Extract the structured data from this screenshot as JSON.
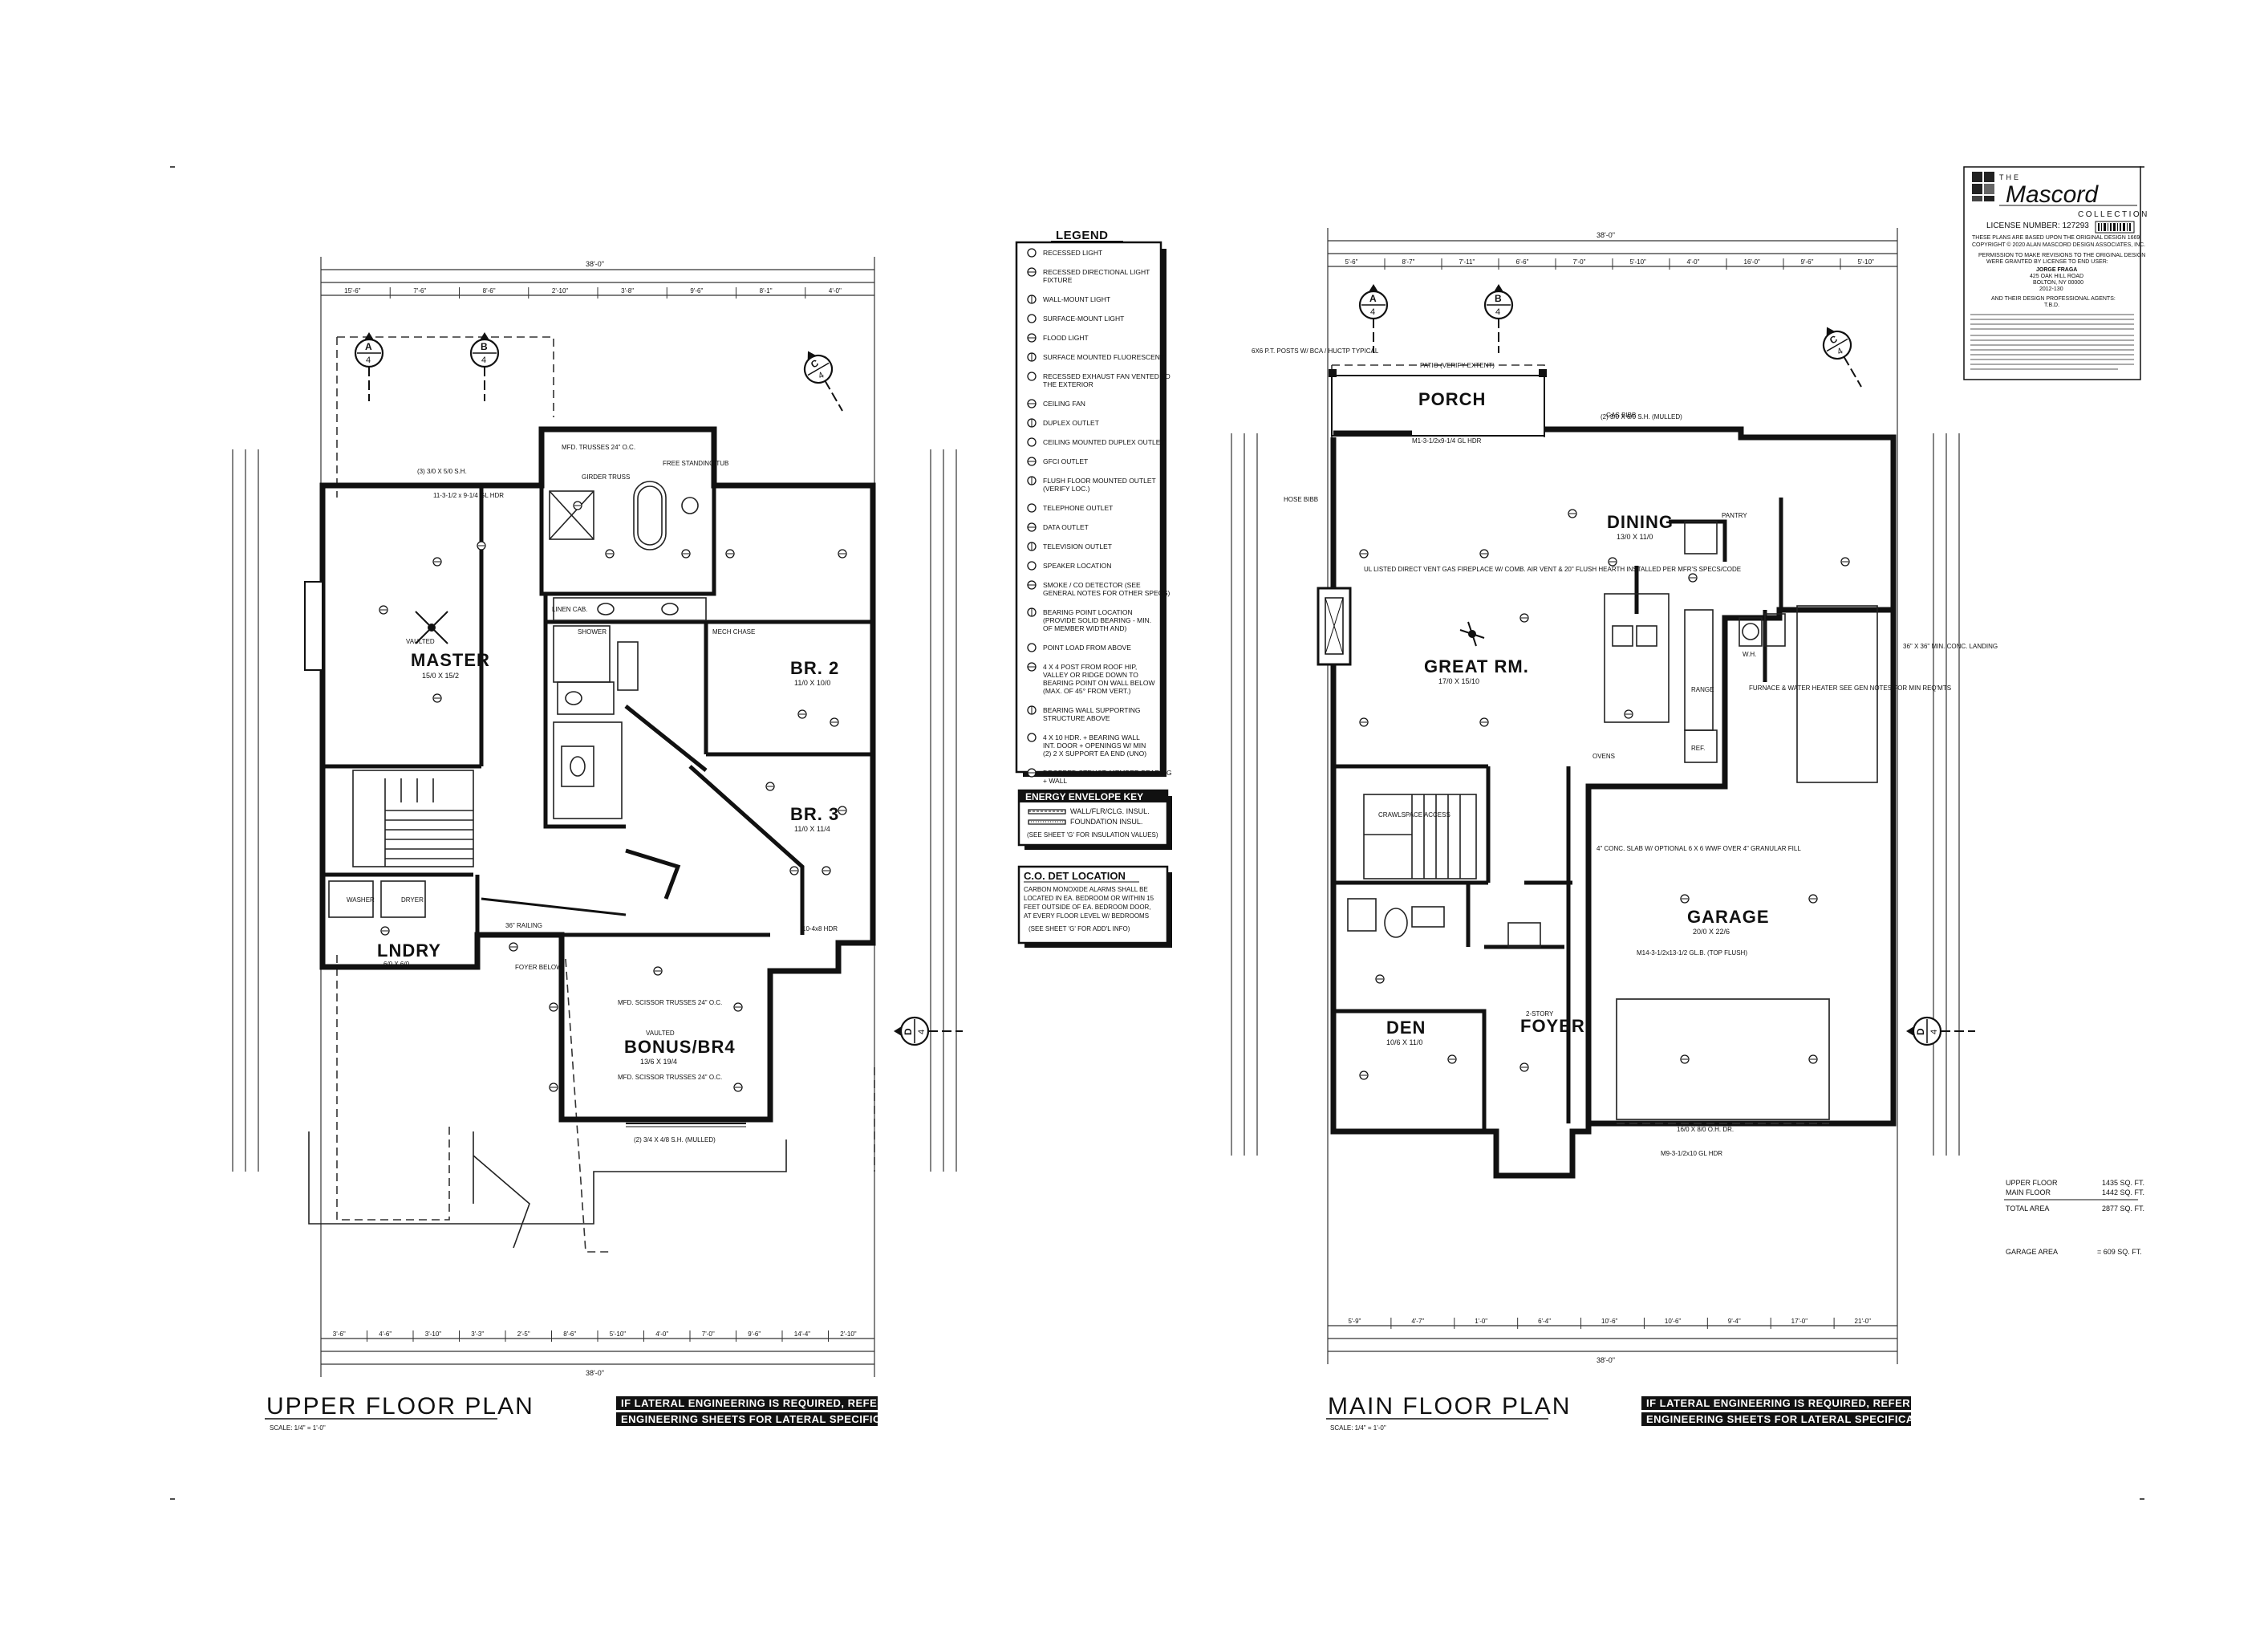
{
  "logo": {
    "the": "THE",
    "name": "Mascord",
    "collection": "COLLECTION",
    "license": "LICENSE NUMBER: 127293",
    "lines": [
      "THESE PLANS ARE BASED UPON THE ORIGINAL DESIGN 1669",
      "COPYRIGHT © 2020 ALAN MASCORD DESIGN ASSOCIATES, INC.",
      "PERMISSION TO MAKE REVISIONS TO THE ORIGINAL DESIGN",
      "WERE GRANTED BY LICENSE TO END USER:",
      "JORGE FRAGA",
      "425 OAK HILL ROAD",
      "BOLTON, NY 00000",
      "2012-130",
      "AND THEIR DESIGN PROFESSIONAL AGENTS:",
      "T.B.D."
    ]
  },
  "legend": {
    "title": "LEGEND",
    "items": [
      "RECESSED LIGHT",
      "RECESSED DIRECTIONAL LIGHT FIXTURE",
      "WALL-MOUNT LIGHT",
      "SURFACE-MOUNT LIGHT",
      "FLOOD LIGHT",
      "SURFACE MOUNTED FLUORESCENT",
      "RECESSED EXHAUST FAN VENTED TO THE EXTERIOR",
      "CEILING FAN",
      "DUPLEX OUTLET",
      "CEILING MOUNTED DUPLEX OUTLET",
      "GFCI OUTLET",
      "FLUSH FLOOR MOUNTED OUTLET (VERIFY LOC.)",
      "TELEPHONE OUTLET",
      "DATA OUTLET",
      "TELEVISION OUTLET",
      "SPEAKER LOCATION",
      "SMOKE / CO DETECTOR (SEE GENERAL NOTES FOR OTHER SPECS)",
      "BEARING POINT LOCATION (PROVIDE SOLID BEARING - MIN. OF MEMBER WIDTH AND)",
      "POINT LOAD FROM ABOVE",
      "4 X 4 POST FROM ROOF HIP, VALLEY OR RIDGE DOWN TO BEARING POINT ON WALL BELOW (MAX. OF 45° FROM VERT.)",
      "BEARING WALL SUPPORTING STRUCTURE ABOVE",
      "4 X 10 HDR. + BEARING WALL INT. DOOR + OPENINGS W/ MIN (2) 2 X SUPPORT EA END (UNO)",
      "DROPPED STRUCT. MEMBER BEARING + WALL"
    ]
  },
  "energy_key": {
    "title": "ENERGY ENVELOPE KEY",
    "items": [
      "WALL/FLR/CLG. INSUL.",
      "FOUNDATION INSUL."
    ],
    "note": "(SEE SHEET 'G' FOR INSULATION VALUES)"
  },
  "co_det": {
    "title": "C.O. DET LOCATION",
    "text": [
      "CARBON MONOXIDE ALARMS SHALL BE",
      "LOCATED IN EA. BEDROOM OR WITHIN 15",
      "FEET OUTSIDE OF EA. BEDROOM DOOR,",
      "AT EVERY FLOOR LEVEL W/ BEDROOMS",
      "(SEE SHEET 'G' FOR ADD'L INFO)"
    ]
  },
  "area_table": {
    "rows": [
      {
        "label": "UPPER FLOOR",
        "value": "1435 SQ. FT."
      },
      {
        "label": "MAIN FLOOR",
        "value": "1442 SQ. FT."
      },
      {
        "label": "TOTAL AREA",
        "value": "2877 SQ. FT."
      },
      {
        "label": "GARAGE AREA",
        "value": "= 609 SQ. FT."
      }
    ]
  },
  "upper_plan": {
    "title": "UPPER FLOOR PLAN",
    "scale": "SCALE: 1/4\" = 1'-0\"",
    "overall_dim": "38'-0\"",
    "rooms": {
      "master": "MASTER",
      "master_size": "15/0 X 15/2",
      "master_vaulted": "VAULTED",
      "br2": "BR. 2",
      "br2_size": "11/0 X 10/0",
      "br3": "BR. 3",
      "br3_size": "11/0 X 11/4",
      "bonus": "BONUS/BR4",
      "bonus_vaulted": "VAULTED",
      "bonus_size": "13/6 X 19/4",
      "lndry": "LNDRY",
      "lndry_size": "6/0 X 6/0",
      "foyer_below": "FOYER BELOW",
      "washer": "WASHER",
      "dryer": "DRYER",
      "linen": "LINEN CAB.",
      "tub": "FREE STANDING TUB",
      "shower": "SHOWER"
    },
    "notes": [
      "MFD. TRUSSES 24\" O.C.",
      "GIRDER TRUSS",
      "MFD. SCISSOR TRUSSES 24\" O.C.",
      "36\" RAILING",
      "(2) 3/4 X 4/8 S.H. (MULLED)",
      "(3) 3/0 X 5/0 S.H.",
      "10-4x8 HDR",
      "11-3-1/2 x 9-1/4 GL HDR",
      "MECH CHASE"
    ],
    "dims_top": [
      "15'-6\"",
      "7'-6\"",
      "8'-6\"",
      "2'-10\"",
      "3'-8\"",
      "9'-6\"",
      "8'-1\"",
      "4'-0\""
    ],
    "dims_bottom": [
      "3'-6\"",
      "4'-6\"",
      "3'-10\"",
      "3'-3\"",
      "2'-5\"",
      "8'-6\"",
      "5'-10\"",
      "4'-0\"",
      "7'-0\"",
      "9'-6\"",
      "14'-4\"",
      "2'-10\""
    ],
    "callouts": [
      "A\n4",
      "B\n4",
      "C\n4",
      "D\n4"
    ]
  },
  "main_plan": {
    "title": "MAIN FLOOR PLAN",
    "scale": "SCALE: 1/4\" = 1'-0\"",
    "overall_dim": "38'-0\"",
    "rooms": {
      "porch": "PORCH",
      "patio": "PATIO (VERIFY EXTENT)",
      "dining": "DINING",
      "dining_size": "13/0 X 11/0",
      "great": "GREAT RM.",
      "great_size": "17/0 X 15/10",
      "garage": "GARAGE",
      "garage_size": "20/0 X 22/6",
      "den": "DEN",
      "den_size": "10/6 X 11/0",
      "foyer": "FOYER",
      "foyer_note": "2-STORY",
      "pantry": "PANTRY",
      "crawl": "CRAWLSPACE ACCESS",
      "range": "RANGE",
      "ref": "REF.",
      "ovens": "OVENS",
      "wh": "W.H."
    },
    "notes": [
      "UL LISTED DIRECT VENT GAS FIREPLACE W/ COMB. AIR VENT & 20\" FLUSH HEARTH INSTALLED PER MFR'S SPECS/CODE",
      "FURNACE & WATER HEATER SEE GEN NOTES FOR MIN REQ'MTS",
      "36\" X 36\" MIN. CONC. LANDING",
      "4\" CONC. SLAB W/ OPTIONAL 6 X 6 WWF OVER 4\" GRANULAR FILL",
      "16/0 X 8/0 O.H. DR.",
      "HOSE BIBB",
      "GAS BIBB",
      "6X6 P.T. POSTS W/ BCA / HUCTP TYPICAL",
      "M1-3-1/2x9-1/4 GL HDR",
      "(2) 3/0 X 6/0 S.H. (MULLED)",
      "M14-3-1/2x13-1/2 GL.B. (TOP FLUSH)",
      "M9-3-1/2x10 GL HDR"
    ],
    "dims_top": [
      "5'-6\"",
      "8'-7\"",
      "7'-11\"",
      "6'-6\"",
      "7'-0\"",
      "5'-10\"",
      "4'-0\"",
      "16'-0\"",
      "9'-6\"",
      "5'-10\""
    ],
    "dims_bottom": [
      "5'-9\"",
      "4'-7\"",
      "1'-0\"",
      "6'-4\"",
      "10'-6\"",
      "10'-6\"",
      "9'-4\"",
      "17'-0\"",
      "21'-0\""
    ],
    "callouts": [
      "A\n4",
      "B\n4",
      "C\n4",
      "D\n4"
    ]
  },
  "lateral_note": {
    "line1": "IF LATERAL ENGINEERING IS REQUIRED, REFER TO",
    "line2": "ENGINEERING SHEETS FOR LATERAL SPECIFICATIONS"
  }
}
